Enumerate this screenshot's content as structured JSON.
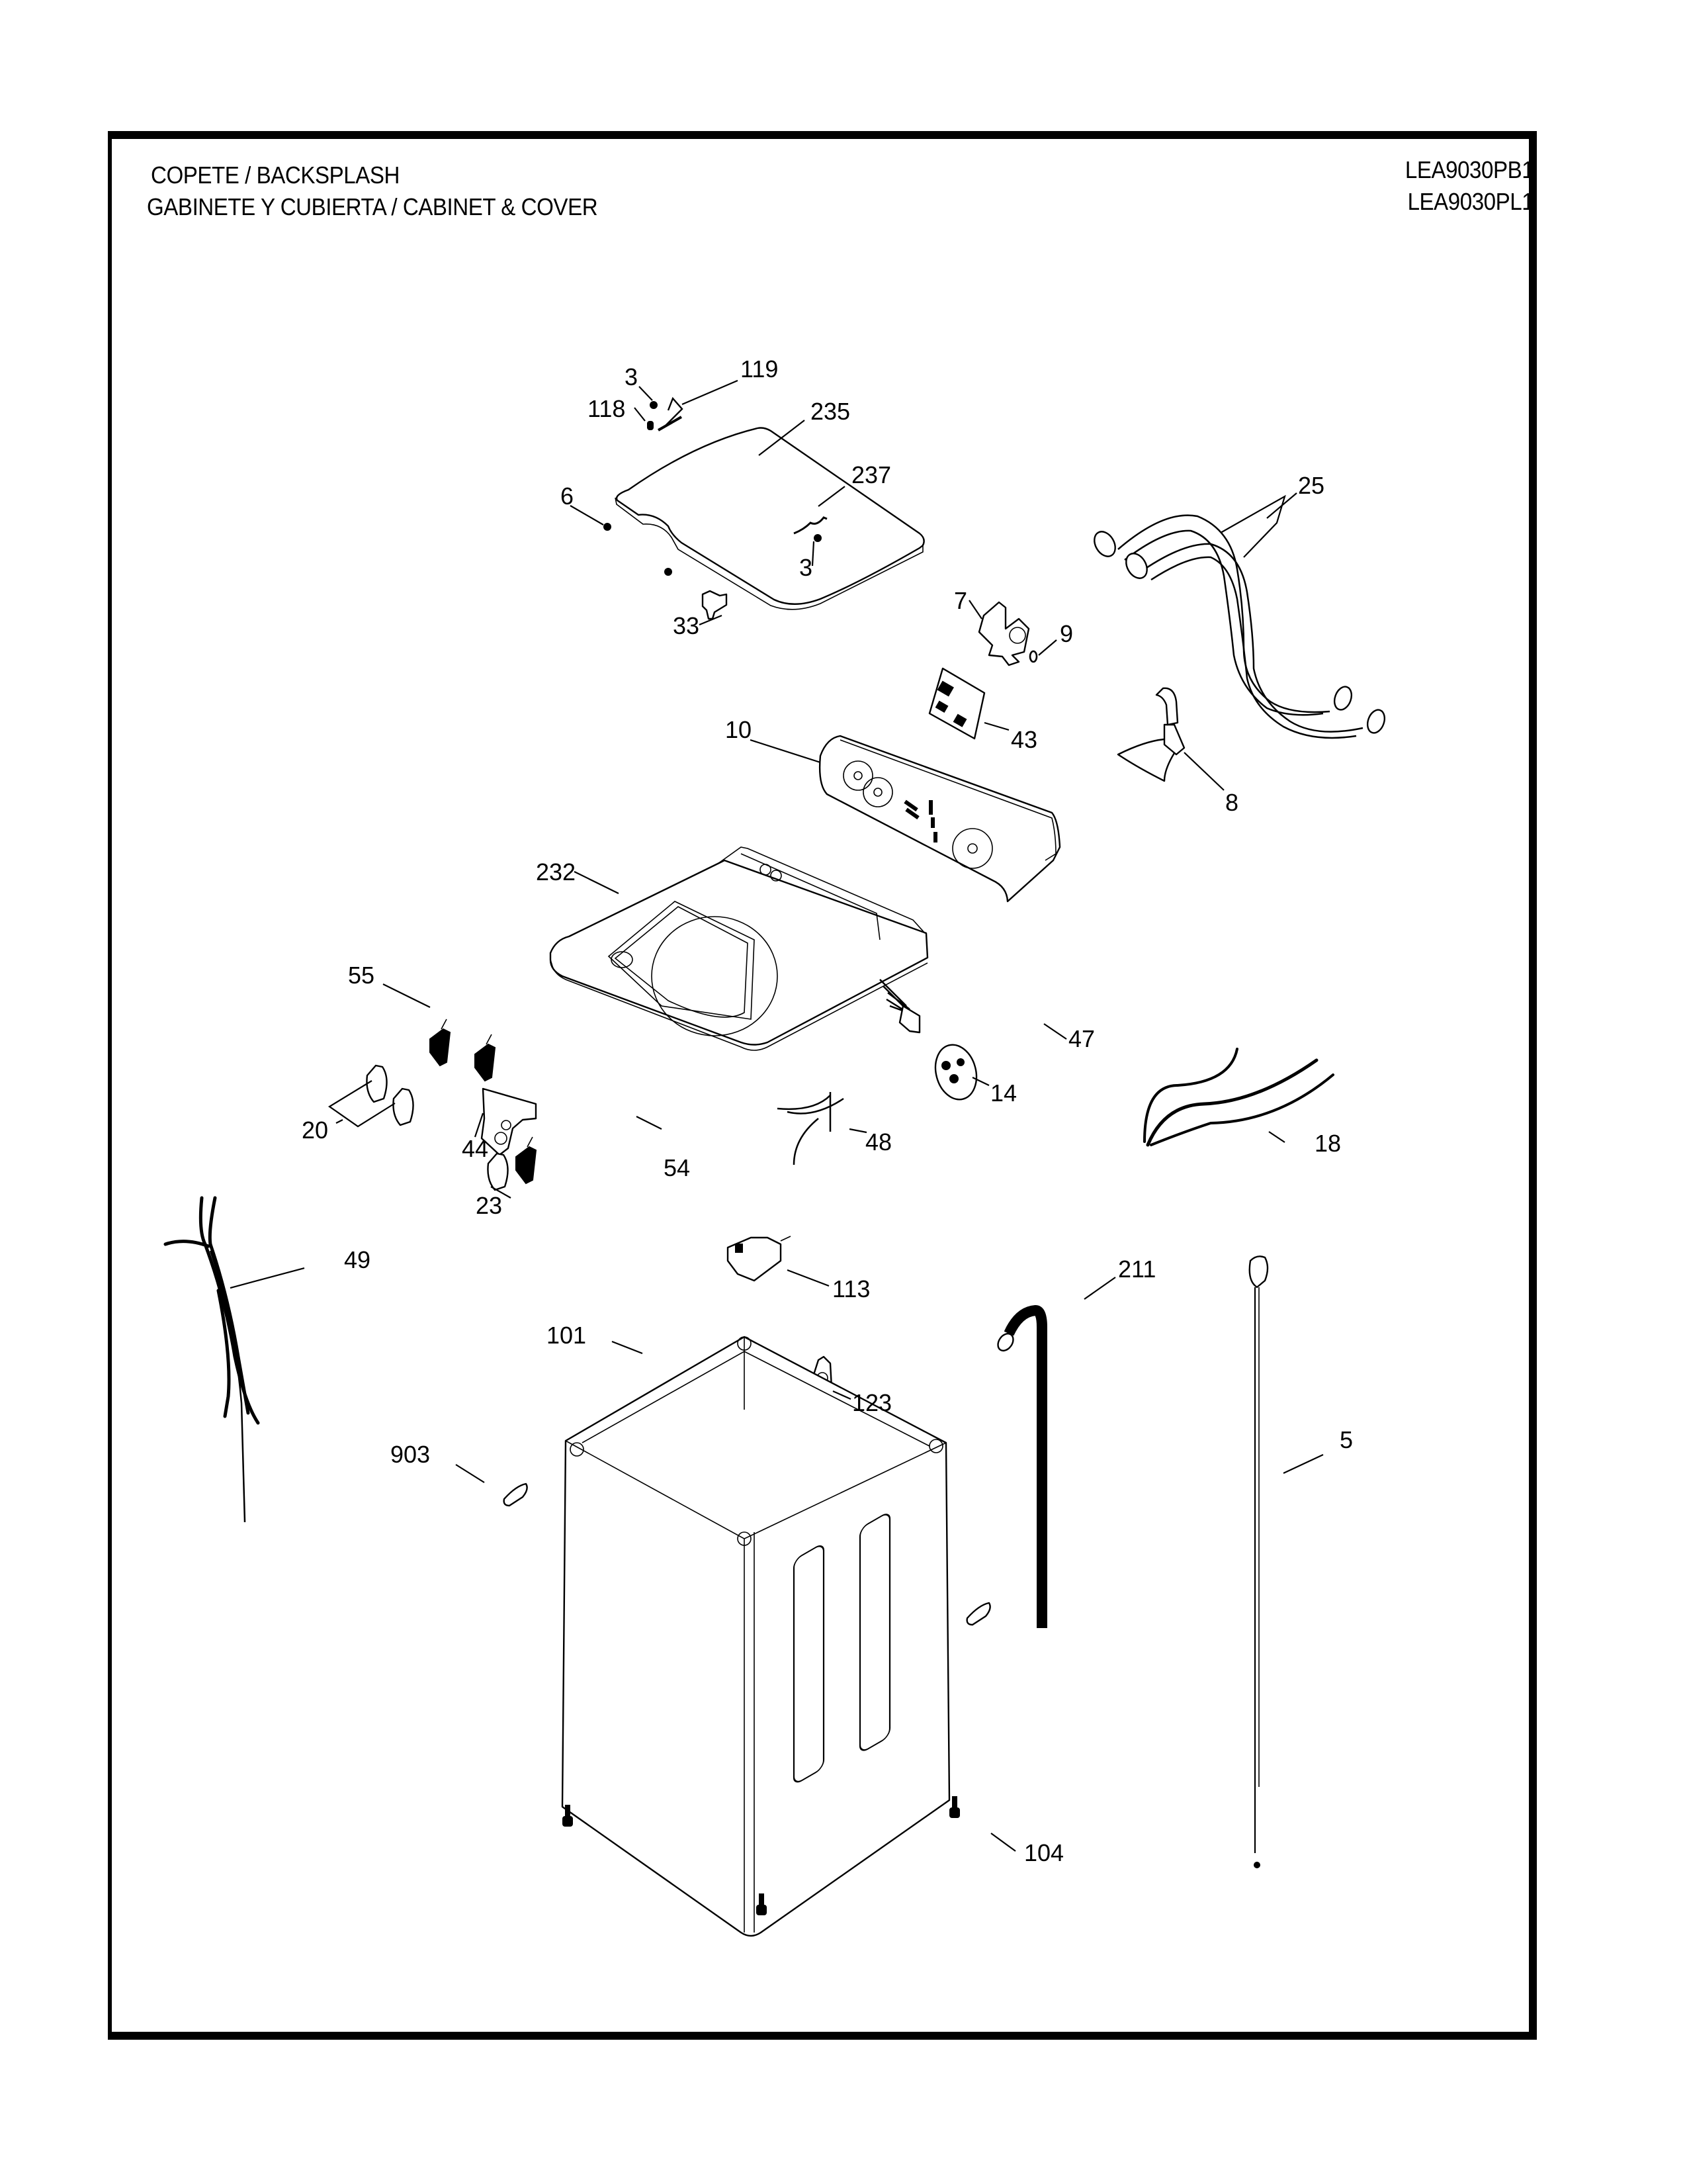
{
  "header": {
    "title_line1": "COPETE / BACKSPLASH",
    "title_line2": "GABINETE Y CUBIERTA / CABINET & COVER",
    "model_1": "LEA9030PB1",
    "model_2": "LEA9030PL1"
  },
  "callouts": {
    "p3a": "3",
    "p119": "119",
    "p118": "118",
    "p235": "235",
    "p6": "6",
    "p237": "237",
    "p3b": "3",
    "p33": "33",
    "p25": "25",
    "p7": "7",
    "p9": "9",
    "p10": "10",
    "p43": "43",
    "p8": "8",
    "p232": "232",
    "p55": "55",
    "p47": "47",
    "p14": "14",
    "p20": "20",
    "p44": "44",
    "p48": "48",
    "p18": "18",
    "p54": "54",
    "p23": "23",
    "p49": "49",
    "p113": "113",
    "p211": "211",
    "p101": "101",
    "p123": "123",
    "p5": "5",
    "p903": "903",
    "p104": "104"
  }
}
